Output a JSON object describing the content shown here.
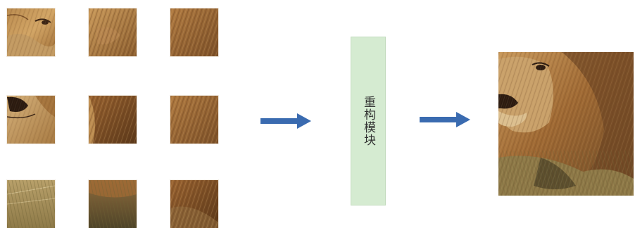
{
  "diagram": {
    "module_label": "重构模块",
    "colors": {
      "arrow": "#3a6bb0",
      "module_fill": "#d5ebd1",
      "fur_light": "#c99a5a",
      "fur_mid": "#a5733a",
      "fur_dark": "#5e3a1c",
      "grass": "#9c8a55"
    },
    "patches": [
      {
        "name": "patch-face-upper-left",
        "tone": "face"
      },
      {
        "name": "patch-forehead",
        "tone": "mane-light"
      },
      {
        "name": "patch-mane-top-right",
        "tone": "mane-mid"
      },
      {
        "name": "patch-muzzle",
        "tone": "muzzle"
      },
      {
        "name": "patch-cheek-mane",
        "tone": "mane-dark"
      },
      {
        "name": "patch-mane-right",
        "tone": "mane-mid"
      },
      {
        "name": "patch-grass-left",
        "tone": "grass"
      },
      {
        "name": "patch-grass-mid",
        "tone": "grass-dark"
      },
      {
        "name": "patch-mane-bottom-right",
        "tone": "mane-dark"
      }
    ]
  }
}
